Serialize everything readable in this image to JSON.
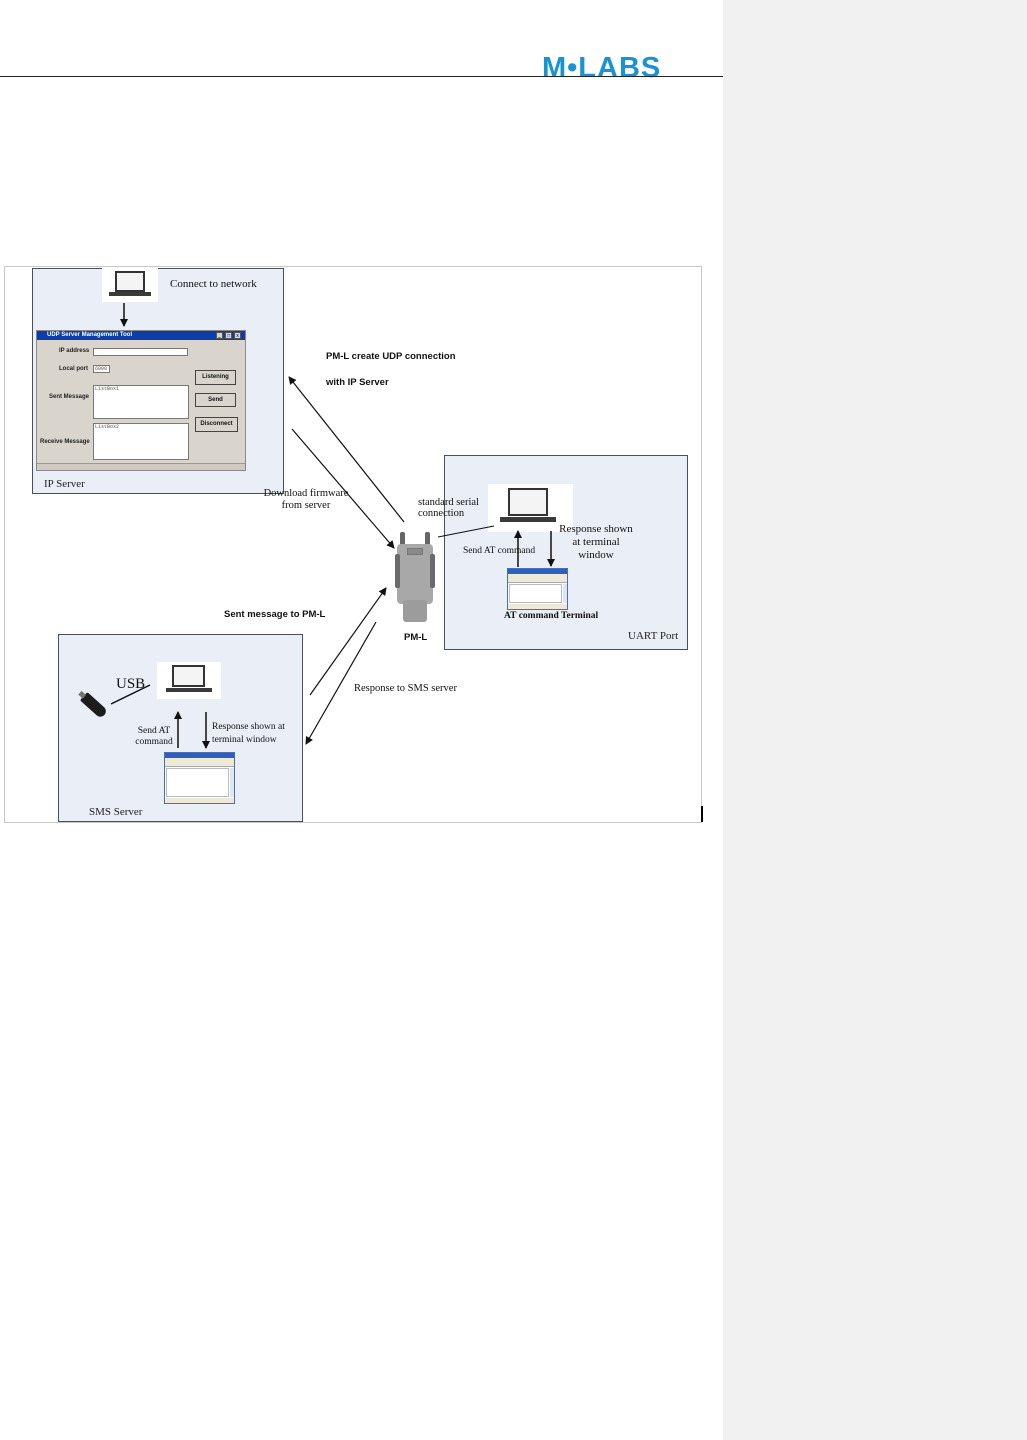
{
  "header": {
    "logo_text": "M•LABS",
    "brand_color": "#1a93d4"
  },
  "diagram": {
    "ip_server": {
      "box_label": "IP Server",
      "connect_caption": "Connect to network",
      "udp_window": {
        "title": "UDP Server Management Tool",
        "ip_address_label": "IP address",
        "ip_address_value": "",
        "local_port_label": "Local port",
        "local_port_value": "6000",
        "sent_message_label": "Sent Message",
        "sent_message_value": "ListBox1",
        "receive_message_label": "Receive Message",
        "receive_message_value": "ListBox2",
        "listening_button": "Listening",
        "send_button": "Send",
        "disconnect_button": "Disconnect"
      }
    },
    "udp_caption_line1": "PM-L create UDP connection",
    "udp_caption_line2": "with IP Server",
    "download_caption_line1": "Download firmware",
    "download_caption_line2": "from server",
    "uart": {
      "box_label": "UART Port",
      "serial_caption_line1": "standard serial",
      "serial_caption_line2": "connection",
      "send_at": "Send AT command",
      "response_line1": "Response shown",
      "response_line2": "at terminal",
      "response_line3": "window",
      "terminal_label": "AT command Terminal"
    },
    "device_label": "PM-L",
    "sent_message_caption": "Sent message to PM-L",
    "response_sms_caption": "Response to SMS server",
    "sms": {
      "box_label": "SMS Server",
      "usb_label": "USB",
      "send_at_line1": "Send AT",
      "send_at_line2": "command",
      "response_line1": "Response shown at",
      "response_line2": "terminal window"
    }
  }
}
